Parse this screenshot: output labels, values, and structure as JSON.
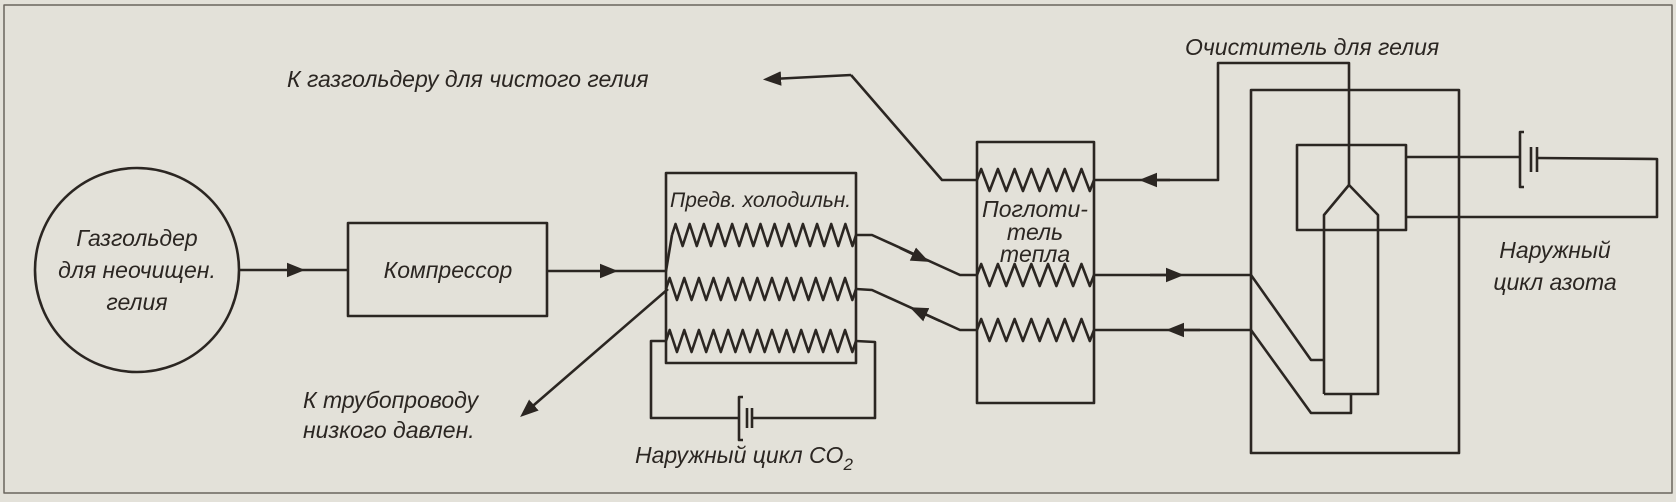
{
  "title_label": "К газгольдеру для чистого гелия",
  "purifier_label": "Очиститель для гелия",
  "gasholder": {
    "lines": [
      "Газгольдер",
      "для неочищен.",
      "гелия"
    ]
  },
  "compressor": {
    "label": "Компрессор"
  },
  "precooler": {
    "label": "Предв. холодильн."
  },
  "absorber": {
    "lines": [
      "Поглоти-",
      "тель",
      "тепла"
    ]
  },
  "low_pressure": {
    "lines": [
      "К трубопроводу",
      "низкого давлен."
    ]
  },
  "co2_cycle": {
    "label": "Наружный цикл CO",
    "subscript": "2"
  },
  "nitrogen_cycle": {
    "lines": [
      "Наружный",
      "цикл азота"
    ]
  },
  "colors": {
    "ink": "#2b2622",
    "paper": "#e3e1d9"
  }
}
